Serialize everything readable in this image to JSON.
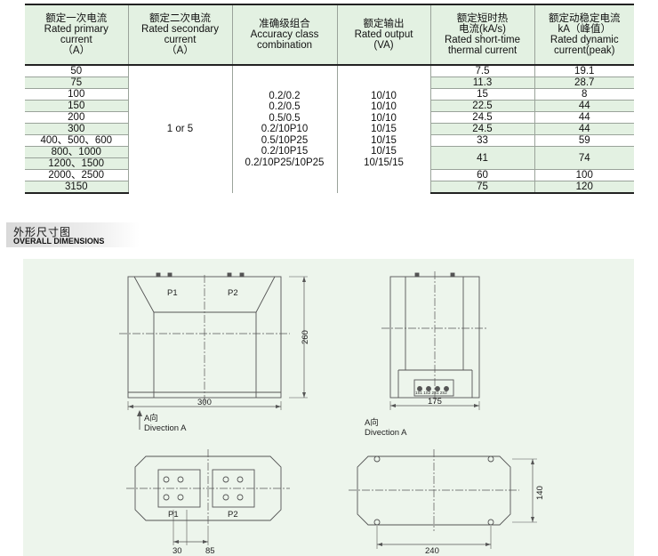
{
  "table": {
    "headers": [
      [
        "额定一次电流",
        "Rated primary",
        "current",
        "（A）"
      ],
      [
        "额定二次电流",
        "Rated secondary",
        "current",
        "（A）"
      ],
      [
        "准确级组合",
        "Accuracy class",
        "combination"
      ],
      [
        "额定输出",
        "Rated output",
        "(VA)"
      ],
      [
        "额定短时热",
        "电流(kA/s)",
        "Rated short-time",
        "thermal current"
      ],
      [
        "额定动稳定电流",
        "kA（峰值）",
        "Rated dynamic",
        "current(peak)"
      ]
    ],
    "primary_current": [
      "50",
      "75",
      "100",
      "150",
      "200",
      "300",
      "400、500、600",
      "800、1000",
      "1200、1500",
      "2000、2500",
      "3150"
    ],
    "secondary_current": "1 or 5",
    "accuracy_class": [
      "0.2/0.2",
      "0.2/0.5",
      "0.5/0.5",
      "0.2/10P10",
      "0.5/10P25",
      "0.2/10P15",
      "0.2/10P25/10P25"
    ],
    "rated_output": [
      "10/10",
      "10/10",
      "10/10",
      "10/15",
      "10/15",
      "10/15",
      "10/15/15"
    ],
    "thermal_current": [
      "7.5",
      "11.3",
      "15",
      "22.5",
      "24.5",
      "24.5",
      "33",
      "41",
      "60",
      "75"
    ],
    "dynamic_current": [
      "19.1",
      "28.7",
      "8",
      "44",
      "44",
      "44",
      "59",
      "74",
      "100",
      "120"
    ]
  },
  "section": {
    "title_cn": "外形尺寸图",
    "title_en": "OVERALL DIMENSIONS"
  },
  "drawing": {
    "label_p1": "P1",
    "label_p2": "P2",
    "dim_width_front": "300",
    "dim_height": "260",
    "dim_width_side": "175",
    "direction_cn": "A向",
    "direction_en": "Divection  A",
    "dim_30": "30",
    "dim_85": "85",
    "dim_240": "240",
    "dim_140": "140"
  }
}
